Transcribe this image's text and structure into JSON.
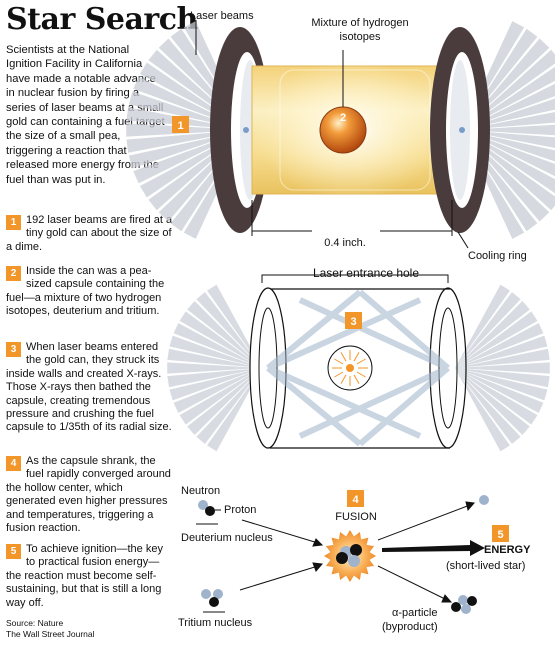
{
  "title": "Star Search",
  "intro": "Scientists at the National Ignition Facility in California have made a notable advance in nuclear fusion by firing a series of laser beams at a small gold can containing a fuel target the size of a small pea, triggering a reaction that released more energy from the fuel than was put in.",
  "steps": [
    {
      "num": "1",
      "text": "192 laser beams are fired at a tiny gold can about the size of a dime."
    },
    {
      "num": "2",
      "text": "Inside the can was a pea-sized capsule containing the fuel—a mixture of two hydrogen isotopes, deuterium and tritium."
    },
    {
      "num": "3",
      "text": "When laser beams entered the gold can, they struck its inside walls and created X-rays. Those X-rays then bathed the capsule, creating tremendous pressure and crushing the fuel capsule to 1/35th of its radial size."
    },
    {
      "num": "4",
      "text": "As the capsule shrank, the fuel rapidly converged around the hollow center, which generated even higher pressures and temperatures, triggering a fusion reaction."
    },
    {
      "num": "5",
      "text": "To achieve ignition—the key to practical fusion energy—the reaction must become self-sustaining, but that is still a long way off."
    }
  ],
  "source": {
    "line1": "Source: Nature",
    "line2": "The Wall Street Journal"
  },
  "diagram": {
    "laser_beams": "Laser beams",
    "mixture_line1": "Mixture of hydrogen",
    "mixture_line2": "isotopes",
    "dimension": "0.4 inch.",
    "cooling_ring": "Cooling ring",
    "entrance_hole": "Laser entrance hole",
    "neutron": "Neutron",
    "proton": "Proton",
    "deuterium": "Deuterium nucleus",
    "tritium": "Tritium nucleus",
    "fusion": "FUSION",
    "energy": "ENERGY",
    "energy_sub": "(short-lived star)",
    "alpha": "α-particle",
    "alpha_sub": "(byproduct)",
    "markers": [
      "1",
      "2",
      "3",
      "4",
      "5"
    ]
  },
  "colors": {
    "accent": "#f2962a",
    "gold": "#f7dc8a",
    "ring": "#4a3c3c",
    "beam": "#c8cdd6",
    "neutron": "#9fb3cc",
    "proton": "#111111"
  }
}
